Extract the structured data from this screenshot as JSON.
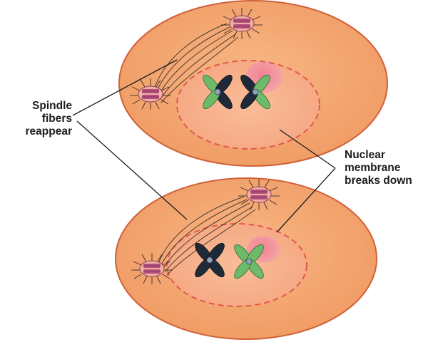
{
  "labels": {
    "spindle": [
      "Spindle",
      "fibers",
      "reappear"
    ],
    "nuclear": [
      "Nuclear",
      "membrane",
      "breaks down"
    ]
  },
  "colors": {
    "cell_fill": "#f4a672",
    "cell_outline": "#cf5a33",
    "nucleus_fill": "#f7b08a",
    "nuclear_membrane": "#e0604e",
    "nucleolus": "#f08a9c",
    "centriole": "#b84e7c",
    "chromosome_green": "#6dbb6a",
    "chromosome_dark": "#1f2a38",
    "leader_line": "#1c1c1c"
  },
  "icons": [
    "centriole-icon",
    "chromosome-icon",
    "nucleolus-icon"
  ]
}
